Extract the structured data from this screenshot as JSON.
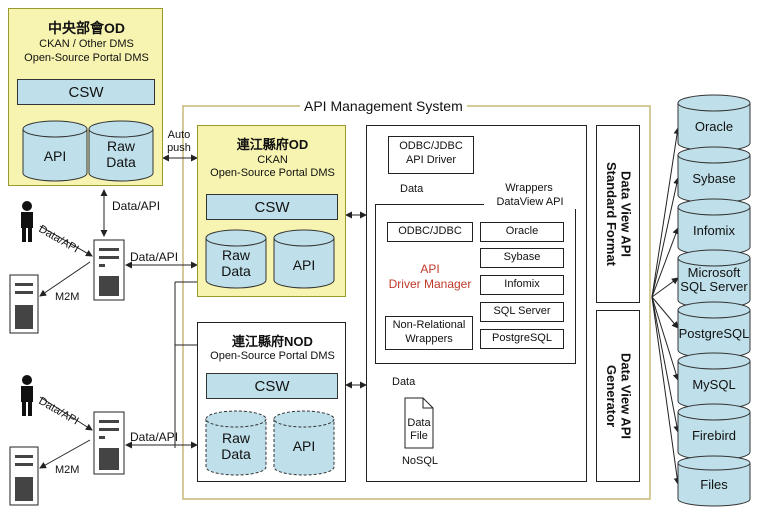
{
  "central_od": {
    "title": "中央部會OD",
    "line2": "CKAN / Other DMS",
    "line3": "Open-Source Portal DMS",
    "csw": "CSW",
    "cyl_api": "API",
    "cyl_raw_1": "Raw",
    "cyl_raw_2": "Data"
  },
  "auto_push_1": "Auto",
  "auto_push_2": "push",
  "api_mgmt_title": "API Management System",
  "county_od": {
    "title": "連江縣府OD",
    "line2": "CKAN",
    "line3": "Open-Source Portal DMS",
    "csw": "CSW",
    "cyl_raw_1": "Raw",
    "cyl_raw_2": "Data",
    "cyl_api": "API"
  },
  "county_nod": {
    "title": "連江縣府NOD",
    "line2": "Open-Source Portal DMS",
    "csw": "CSW",
    "cyl_raw_1": "Raw",
    "cyl_raw_2": "Data",
    "cyl_api": "API"
  },
  "odbc_driver_1": "ODBC/JDBC",
  "odbc_driver_2": "API Driver",
  "data_label": "Data",
  "wrappers_1": "Wrappers",
  "wrappers_2": "DataView API",
  "odbc_jdbc": "ODBC/JDBC",
  "driver_manager_1": "API",
  "driver_manager_2": "Driver Manager",
  "non_rel_1": "Non-Relational",
  "non_rel_2": "Wrappers",
  "wrapper_items": [
    "Oracle",
    "Sybase",
    "Infomix",
    "SQL Server",
    "PostgreSQL"
  ],
  "data_file_1": "Data",
  "data_file_2": "File",
  "nosql": "NoSQL",
  "dv_standard": "Data View API\nStandard Format",
  "dv_generator": "Data View API\nGenerator",
  "databases": [
    "Oracle",
    "Sybase",
    "Infomix",
    "Microsoft\nSQL Server",
    "PostgreSQL",
    "MySQL",
    "Firebird",
    "Files"
  ],
  "data_api": "Data/API",
  "m2m": "M2M",
  "colors": {
    "yellow": "#f6f4b0",
    "csw": "#bfe0ea",
    "cylinder": "#bfe0ea",
    "frame": "#c9b878",
    "red_text": "#c0392b"
  }
}
